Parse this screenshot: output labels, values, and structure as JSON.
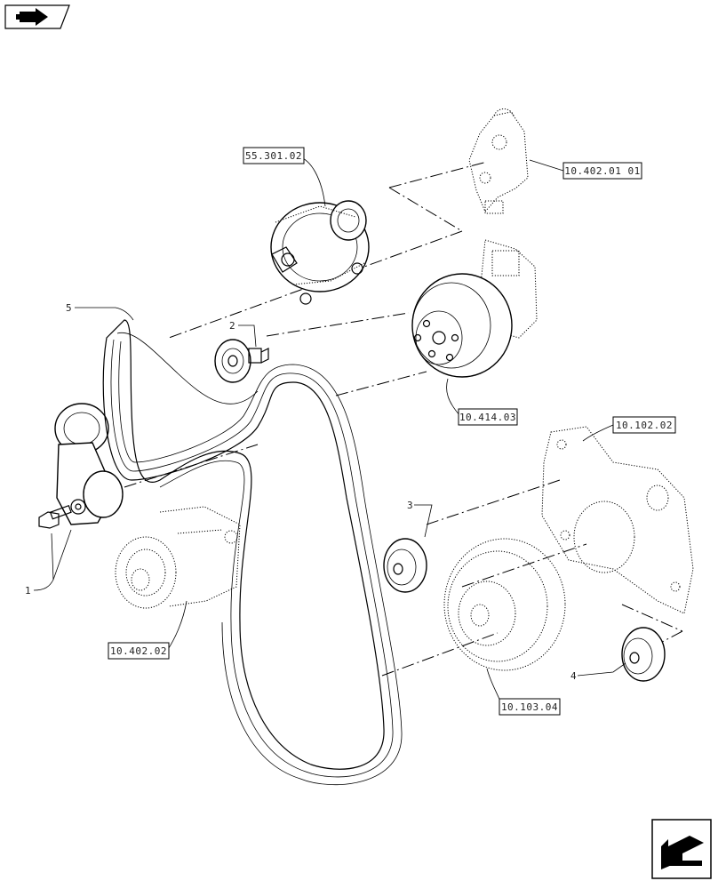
{
  "refs": {
    "alternator": "55.301.02",
    "thermostat_housing": "10.402.01 01",
    "water_pump": "10.414.03",
    "front_cover": "10.102.02",
    "tensioner_assembly": "10.402.02",
    "damper": "10.103.04"
  },
  "callouts": {
    "c1": "1",
    "c2": "2",
    "c3": "3",
    "c4": "4",
    "c5": "5"
  },
  "colors": {
    "ink": "#000000",
    "paper": "#ffffff"
  },
  "icons": {
    "header": "book-arrow-icon",
    "footer": "next-page-arrow-icon"
  }
}
